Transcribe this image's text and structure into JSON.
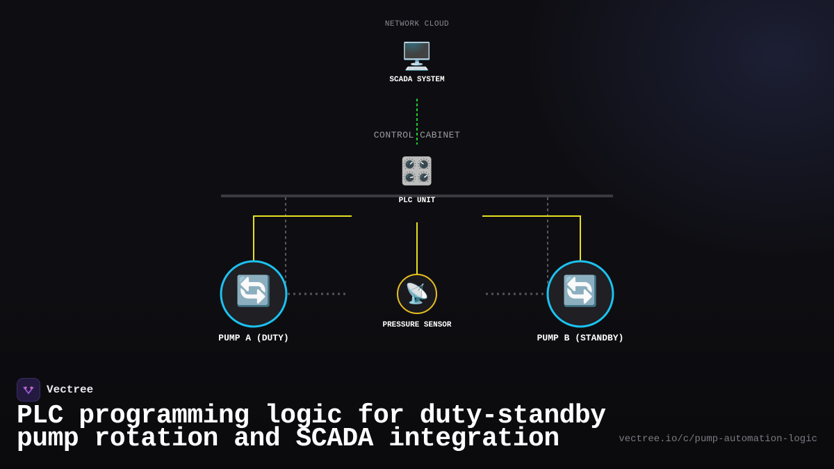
{
  "diagram": {
    "zones": {
      "cloud": "NETWORK CLOUD",
      "cabinet": "CONTROL CABINET"
    },
    "nodes": {
      "scada": {
        "label": "SCADA SYSTEM",
        "icon": "desktop-computer-icon"
      },
      "plc": {
        "label": "PLC UNIT",
        "icon": "control-knobs-icon"
      },
      "sensor": {
        "label": "PRESSURE SENSOR",
        "icon": "satellite-antenna-icon"
      },
      "pump_a": {
        "label": "PUMP A (DUTY)",
        "icon": "rotation-arrows-icon"
      },
      "pump_b": {
        "label": "PUMP B (STANDBY)",
        "icon": "rotation-arrows-icon"
      }
    },
    "colors": {
      "network_link": "#22cc33",
      "control_wire": "#e8e020",
      "pump_ring": "#1cc2f0",
      "sensor_ring": "#e8c020",
      "bus": "#3a3a40",
      "dotted": "#55555c"
    }
  },
  "footer": {
    "brand": "Vectree",
    "title": "PLC programming logic for duty-standby pump rotation and SCADA integration",
    "url": "vectree.io/c/pump-automation-logic"
  }
}
